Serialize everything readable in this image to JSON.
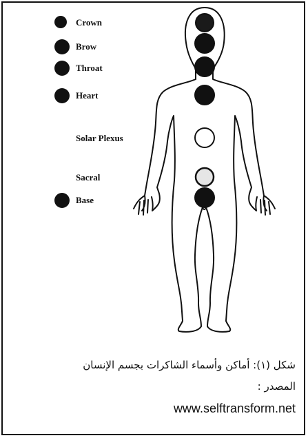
{
  "figure": {
    "legend": [
      {
        "key": "crown",
        "label": "Crown",
        "marker": "filled"
      },
      {
        "key": "brow",
        "label": "Brow",
        "marker": "filled"
      },
      {
        "key": "throat",
        "label": "Throat",
        "marker": "filled"
      },
      {
        "key": "heart",
        "label": "Heart",
        "marker": "filled"
      },
      {
        "key": "solar_plexus",
        "label": "Solar Plexus",
        "marker": "none"
      },
      {
        "key": "sacral",
        "label": "Sacral",
        "marker": "none"
      },
      {
        "key": "base",
        "label": "Base",
        "marker": "filled"
      }
    ],
    "chakra_fill": {
      "crown": "#1a1a1a",
      "brow": "#111111",
      "throat": "#111111",
      "heart": "#111111",
      "solar_plexus": "#ffffff",
      "sacral": "#e6e6e6",
      "base": "#111111"
    }
  },
  "caption": {
    "title": "شكل (١): أماكن وأسماء الشاكرات بجسم الإنسان",
    "source_label": "المصدر :",
    "source_url": "www.selftransform.net"
  }
}
